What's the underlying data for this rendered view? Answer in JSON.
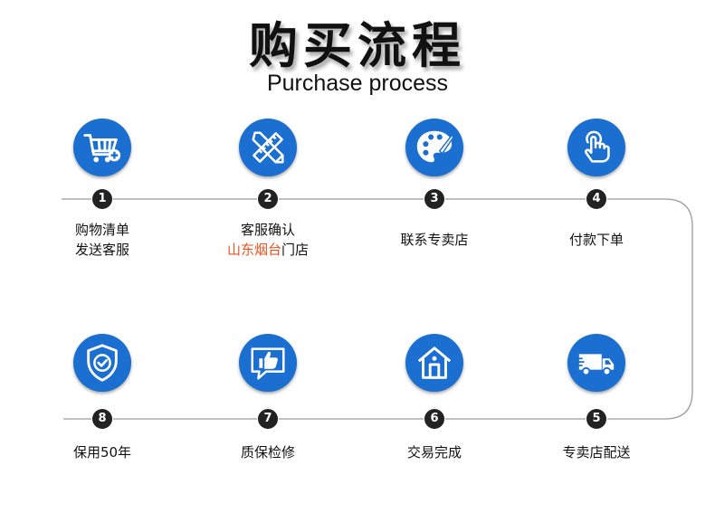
{
  "title": "购买流程",
  "subtitle": "Purchase process",
  "accent_color": "#1b6fd0",
  "highlight_color": "#e8521e",
  "steps": [
    {
      "number": "1",
      "icon": "shopping-cart-add-icon",
      "line1": "购物清单",
      "line2": "发送客服"
    },
    {
      "number": "2",
      "icon": "pencil-ruler-icon",
      "line1": "客服确认",
      "line2_highlight": "山东烟台",
      "line2_rest": "门店"
    },
    {
      "number": "3",
      "icon": "palette-icon",
      "line1": "联系专卖店"
    },
    {
      "number": "4",
      "icon": "hand-tap-icon",
      "line1": "付款下单"
    },
    {
      "number": "5",
      "icon": "delivery-truck-icon",
      "line1": "专卖店配送"
    },
    {
      "number": "6",
      "icon": "house-icon",
      "line1": "交易完成"
    },
    {
      "number": "7",
      "icon": "thumbs-up-chat-icon",
      "line1": "质保检修"
    },
    {
      "number": "8",
      "icon": "shield-check-icon",
      "line1": "保用50年"
    }
  ]
}
